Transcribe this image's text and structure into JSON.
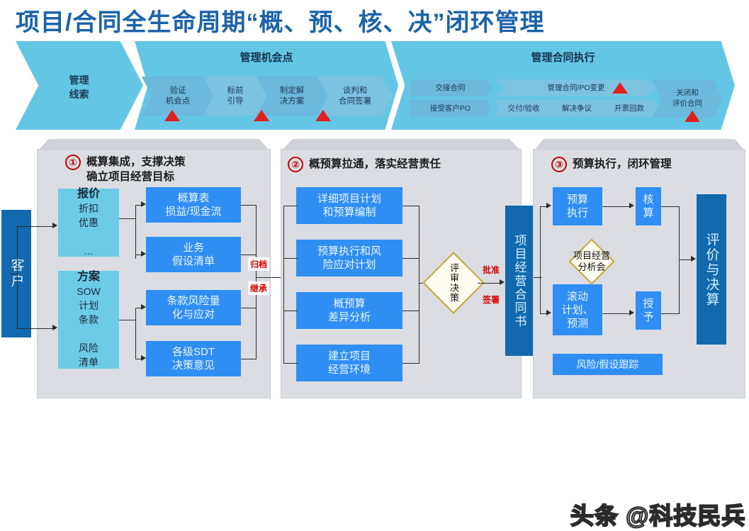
{
  "title": "项目/合同全生命周期“概、预、核、决”闭环管理",
  "banner": {
    "lead_label": "管理\n线索",
    "group_left_title": "管理机会点",
    "group_right_title": "管理合同执行",
    "left_steps": [
      {
        "label": "验证\n机会点",
        "marker": true
      },
      {
        "label": "标前\n引导",
        "marker": false
      },
      {
        "label": "制定解\n决方案",
        "marker": true
      },
      {
        "label": "谈判和\n合同签署",
        "marker": true
      }
    ],
    "right_row1": [
      {
        "label": "交接合同",
        "marker": false
      },
      {
        "label": "管理合同/PO变更",
        "marker": true
      }
    ],
    "right_row2": [
      {
        "label": "接受客户PO",
        "marker": false
      },
      {
        "label": "交付/验收",
        "marker": false
      },
      {
        "label": "解决争议",
        "marker": false
      },
      {
        "label": "开票回款",
        "marker": false
      }
    ],
    "right_tail": {
      "label": "关闭和\n评价合同",
      "marker": true
    }
  },
  "customer_box": "客户",
  "panels": [
    {
      "number": "①",
      "heading": "概算集成，支撑决策\n确立项目经营目标",
      "left_boxes": [
        {
          "title": "报价",
          "lines": "折扣\n优惠\n\n…"
        },
        {
          "title": "方案",
          "lines": "SOW\n计划\n条款\n\n风险\n清单"
        }
      ],
      "right_boxes": [
        "概算表\n损益/现金流",
        "业务\n假设清单",
        "条款风险量\n化与应对",
        "各级SDT\n决策意见"
      ],
      "edge_labels": [
        "归档",
        "继承"
      ]
    },
    {
      "number": "②",
      "heading": "概预算拉通，落实经营责任",
      "boxes": [
        "详细项目计划\n和预算编制",
        "预算执行和风\n险应对计划",
        "概预算\n差异分析",
        "建立项目\n经营环境"
      ],
      "decision": "评审决策",
      "decision_labels": [
        "批准",
        "签署"
      ],
      "output_box": "项目经营合同书"
    },
    {
      "number": "③",
      "heading": "预算执行，闭环管理",
      "boxes": [
        "预算\n执行",
        "核\n算",
        "滚动\n计划、\n预测",
        "授\n予",
        "风险/假设跟踪"
      ],
      "review": "项目经营\n分析会",
      "output_box": "评价与决算"
    }
  ],
  "watermark": "头条 @科技民兵",
  "colors": {
    "title_blue": "#1c63a8",
    "banner_blue": "#63c6e5",
    "box_blue": "#2f8ef4",
    "box_light_blue": "#6ccce8",
    "box_deep_blue": "#1269ad",
    "panel_grey": "#dcdde2",
    "marker_red": "#e01f1f",
    "note_red": "#d40000",
    "diamond_gold": "#bfa53a"
  }
}
